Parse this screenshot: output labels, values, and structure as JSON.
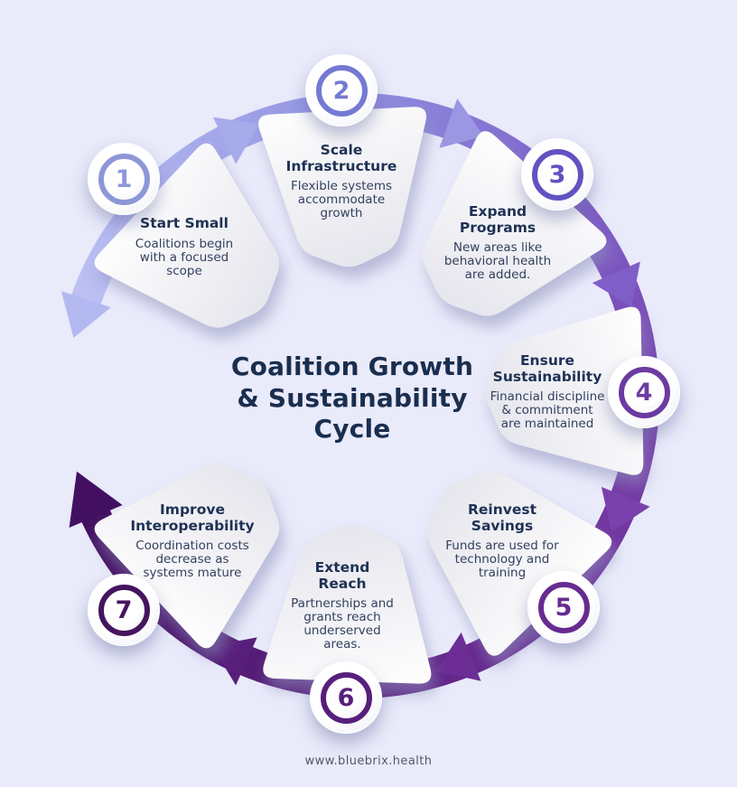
{
  "title": {
    "text": "Coalition Growth\n& Sustainability\nCycle",
    "color": "#1a2e4e"
  },
  "footer": {
    "url_text": "www.bluebrix.health"
  },
  "steps": [
    {
      "number": "1",
      "title": "Start Small",
      "description": "Coalitions begin\nwith a focused\nscope",
      "color": "#8d97d8"
    },
    {
      "number": "2",
      "title": "Scale\nInfrastructure",
      "description": "Flexible systems\naccommodate\ngrowth",
      "color": "#747ad2"
    },
    {
      "number": "3",
      "title": "Expand\nPrograms",
      "description": "New areas like\nbehavioral health\nare added.",
      "color": "#6152c2"
    },
    {
      "number": "4",
      "title": "Ensure\nSustainability",
      "description": "Financial discipline\n& commitment\nare maintained",
      "color": "#6b3ba1"
    },
    {
      "number": "5",
      "title": "Reinvest\nSavings",
      "description": "Funds are used for\ntechnology and\ntraining",
      "color": "#672b90"
    },
    {
      "number": "6",
      "title": "Extend\nReach",
      "description": "Partnerships and\ngrants reach\nunderserved\nareas.",
      "color": "#571f7b"
    },
    {
      "number": "7",
      "title": "Improve\nInteroperability",
      "description": "Coordination costs\ndecrease as\nsystems mature",
      "color": "#45155f"
    }
  ],
  "palette": {
    "background": "#e9eafa",
    "arc_stops": [
      "#bdc1f3",
      "#aeb4ee",
      "#9192e1",
      "#7f64cb",
      "#7a44b1",
      "#6e2f99",
      "#5c2180",
      "#4b1669",
      "#431061"
    ],
    "arrowheads": [
      "#b3b9f0",
      "#a7abe9",
      "#9c97e2",
      "#7f5ec8",
      "#7a40ab",
      "#6c2e95",
      "#571f7b",
      "#431061"
    ]
  }
}
